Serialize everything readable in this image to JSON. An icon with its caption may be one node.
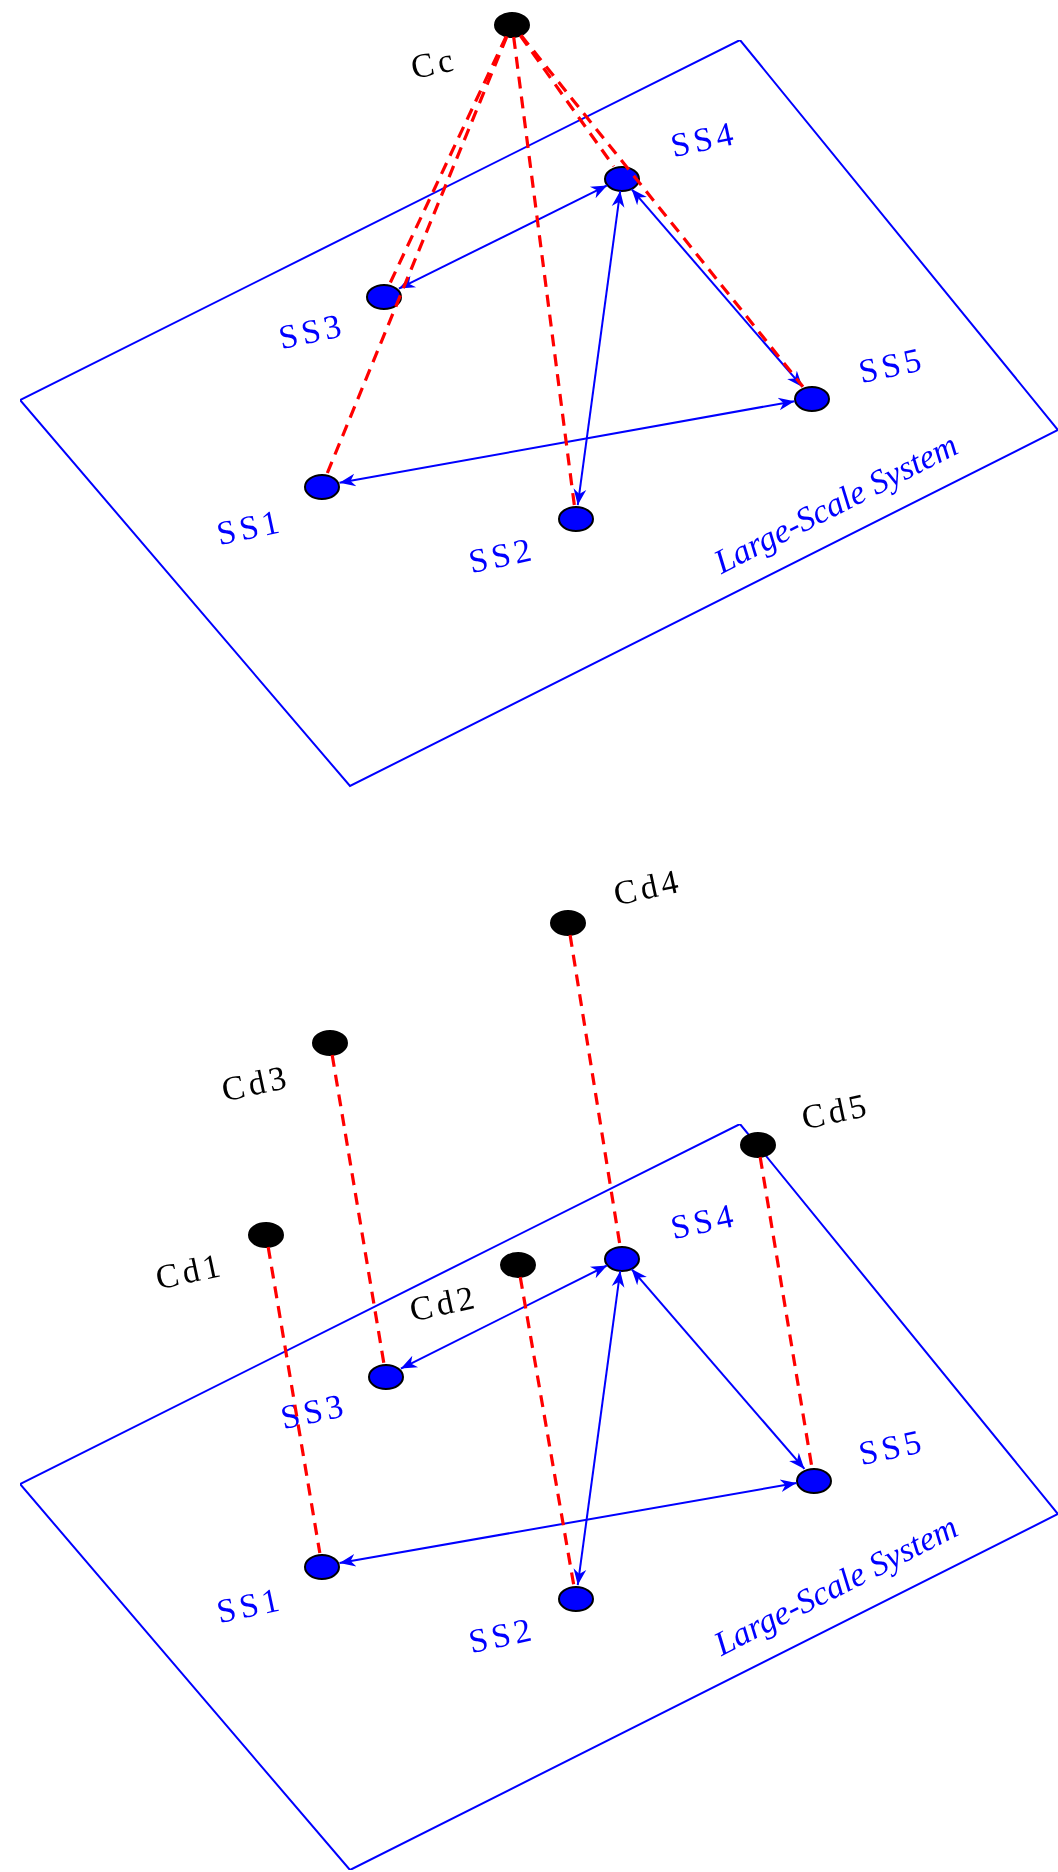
{
  "diagram": {
    "nodes": [
      {
        "text": [
          "Large-Scale System"
        ]
      },
      {
        "text": [],
        "shape": "circle",
        "beside": [
          "Cc"
        ]
      },
      {
        "text": [],
        "shape": "circle",
        "beside": [
          "SS1"
        ],
        "in": 0
      },
      {
        "text": [],
        "shape": "circle",
        "beside": [
          "SS2"
        ],
        "in": 0
      },
      {
        "text": [],
        "shape": "circle",
        "beside": [
          "SS3"
        ],
        "in": 0
      },
      {
        "text": [],
        "shape": "circle",
        "beside": [
          "SS4"
        ],
        "in": 0
      },
      {
        "text": [],
        "shape": "circle",
        "beside": [
          "SS5"
        ],
        "in": 0
      },
      {
        "text": [
          "Large-Scale System"
        ]
      },
      {
        "text": [],
        "shape": "circle",
        "beside": [
          "SS1"
        ],
        "in": 7
      },
      {
        "text": [],
        "shape": "circle",
        "beside": [
          "SS2"
        ],
        "in": 7
      },
      {
        "text": [],
        "shape": "circle",
        "beside": [
          "SS3"
        ],
        "in": 7
      },
      {
        "text": [],
        "shape": "circle",
        "beside": [
          "SS4"
        ],
        "in": 7
      },
      {
        "text": [],
        "shape": "circle",
        "beside": [
          "SS5"
        ],
        "in": 7
      },
      {
        "text": [],
        "shape": "circle",
        "beside": [
          "Cd1"
        ]
      },
      {
        "text": [],
        "shape": "circle",
        "beside": [
          "Cd2"
        ],
        "in": 7
      },
      {
        "text": [],
        "shape": "circle",
        "beside": [
          "Cd3"
        ]
      },
      {
        "text": [],
        "shape": "circle",
        "beside": [
          "Cd4"
        ]
      },
      {
        "text": [],
        "shape": "circle",
        "beside": [
          "Cd5"
        ]
      }
    ],
    "edges": [
      {
        "from": 4,
        "to": 5,
        "arrow": "both",
        "color": "#0000ff"
      },
      {
        "from": 5,
        "to": 3,
        "arrow": "both",
        "color": "#0000ff"
      },
      {
        "from": 5,
        "to": 6,
        "arrow": "both",
        "color": "#0000ff"
      },
      {
        "from": 2,
        "to": 6,
        "arrow": "both",
        "color": "#0000ff"
      },
      {
        "from": 1,
        "to": 2,
        "arrow": "none",
        "style": "dashed"
      },
      {
        "from": 1,
        "to": 3,
        "arrow": "none",
        "style": "dashed"
      },
      {
        "from": 1,
        "to": 4,
        "arrow": "none",
        "style": "dashed"
      },
      {
        "from": 1,
        "to": 5,
        "arrow": "none",
        "style": "dashed"
      },
      {
        "from": 1,
        "to": 6,
        "arrow": "none",
        "style": "dashed"
      },
      {
        "from": 10,
        "to": 11,
        "arrow": "both",
        "color": "#0000ff"
      },
      {
        "from": 11,
        "to": 9,
        "arrow": "both",
        "color": "#0000ff"
      },
      {
        "from": 11,
        "to": 12,
        "arrow": "both",
        "color": "#0000ff"
      },
      {
        "from": 8,
        "to": 12,
        "arrow": "both",
        "color": "#0000ff"
      },
      {
        "from": 13,
        "to": 8,
        "arrow": "none",
        "style": "dashed"
      },
      {
        "from": 14,
        "to": 9,
        "arrow": "none",
        "style": "dashed"
      },
      {
        "from": 15,
        "to": 10,
        "arrow": "none",
        "style": "dashed"
      },
      {
        "from": 16,
        "to": 11,
        "arrow": "none",
        "style": "dashed"
      },
      {
        "from": 17,
        "to": 12,
        "arrow": "none",
        "style": "dashed"
      }
    ]
  }
}
